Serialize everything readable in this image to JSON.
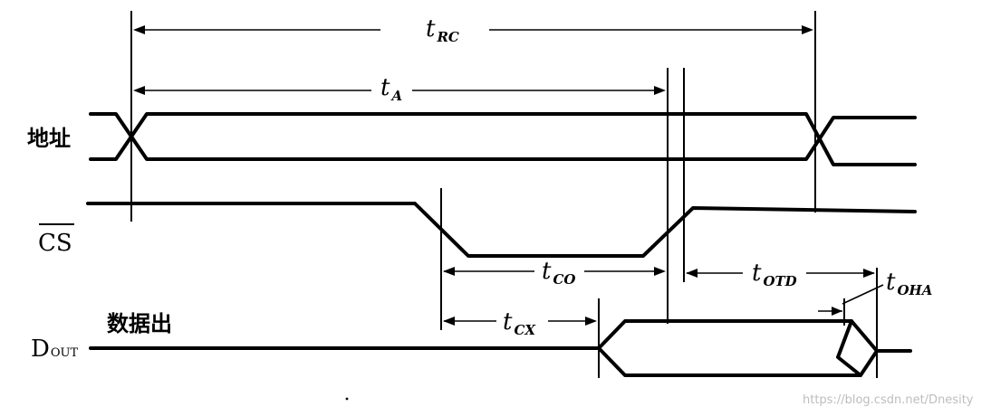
{
  "signals": {
    "address": "地址",
    "cs": "CS",
    "dout_main": "D",
    "dout_sub": "OUT",
    "data_out": "数据出"
  },
  "timings": {
    "trc": {
      "main": "t",
      "sub": "RC"
    },
    "ta": {
      "main": "t",
      "sub": "A"
    },
    "tco": {
      "main": "t",
      "sub": "CO"
    },
    "tcx": {
      "main": "t",
      "sub": "CX"
    },
    "totd": {
      "main": "t",
      "sub": "OTD"
    },
    "toha": {
      "main": "t",
      "sub": "OHA"
    }
  },
  "watermark": "https://blog.csdn.net/Dnesity"
}
